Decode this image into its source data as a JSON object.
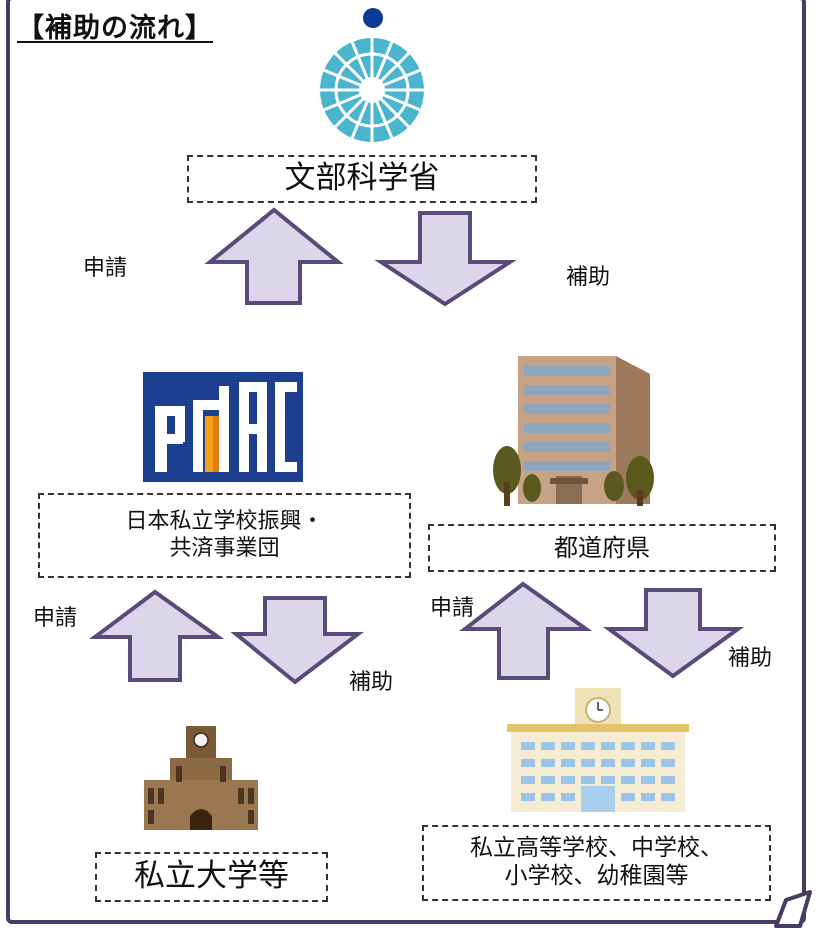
{
  "title": "【補助の流れ】",
  "top": {
    "ministry": "文部科学省",
    "apply": "申請",
    "subsidy": "補助"
  },
  "left": {
    "org": "日本私立学校振興・\n共済事業団",
    "apply": "申請",
    "subsidy": "補助",
    "recipient": "私立大学等"
  },
  "right": {
    "org": "都道府県",
    "apply": "申請",
    "subsidy": "補助",
    "recipient": "私立高等学校、中学校、\n小学校、幼稚園等"
  },
  "icons": {
    "ministry": "mext-emblem-icon",
    "foundation": "pmac-logo-icon",
    "prefecture": "government-building-icon",
    "university": "university-building-icon",
    "school": "school-building-icon"
  },
  "colors": {
    "frame": "#4a3b63",
    "arrow_fill": "#dcd6ea",
    "arrow_stroke": "#5a4a7a",
    "emblem": "#4bb5cf",
    "pmac": "#f5a015"
  }
}
